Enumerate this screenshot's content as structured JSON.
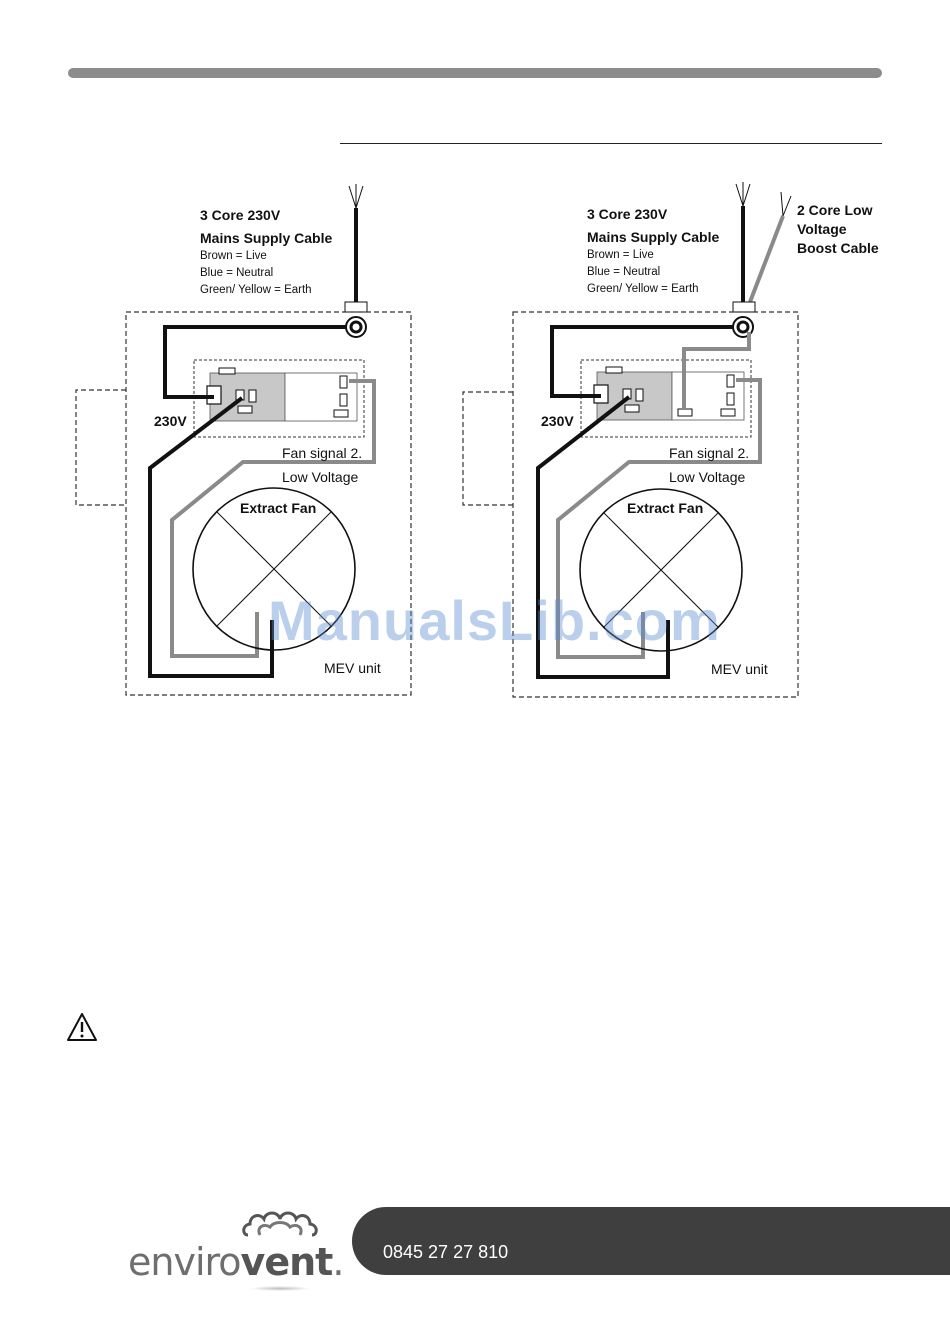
{
  "left_diagram": {
    "cable_title_1": "3 Core 230V",
    "cable_title_2": "Mains Supply Cable",
    "wire_1": "Brown = Live",
    "wire_2": "Blue = Neutral",
    "wire_3": "Green/ Yellow = Earth",
    "voltage_label": "230V",
    "fan_signal": "Fan signal 2.",
    "low_voltage": "Low Voltage",
    "fan_label": "Extract Fan",
    "unit_label": "MEV unit"
  },
  "right_diagram": {
    "cable_title_1": "3 Core 230V",
    "cable_title_2": "Mains Supply Cable",
    "wire_1": "Brown = Live",
    "wire_2": "Blue = Neutral",
    "wire_3": "Green/ Yellow = Earth",
    "boost_1": "2 Core Low",
    "boost_2": "Voltage",
    "boost_3": "Boost Cable",
    "voltage_label": "230V",
    "fan_signal": "Fan signal 2.",
    "low_voltage": "Low Voltage",
    "fan_label": "Extract Fan",
    "unit_label": "MEV unit"
  },
  "watermark": "ManualsLib.com",
  "footer": {
    "brand_regular": "enviro",
    "brand_bold": "vent",
    "brand_mark": ".",
    "phone": "0845 27 27 810"
  },
  "colors": {
    "header_bar": "#8c8c8c",
    "footer_bar": "#3f3f3f",
    "mains_wire": "#111111",
    "signal_wire": "#8a8a8a",
    "watermark": "#5a8cd2"
  },
  "icons": [
    "warning-icon",
    "envirovent-logo-icon"
  ]
}
